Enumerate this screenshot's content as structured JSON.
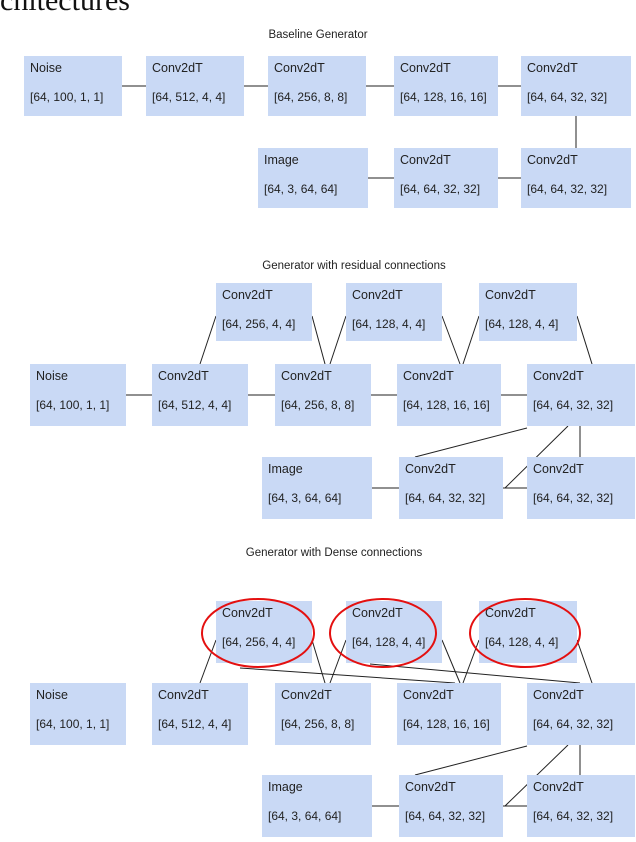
{
  "page": {
    "heading": "chitectures"
  },
  "diagrams": [
    {
      "title": "Baseline Generator",
      "nodes": [
        {
          "id": "noise",
          "name": "Noise",
          "shape": "[64, 100, 1, 1]"
        },
        {
          "id": "c1",
          "name": "Conv2dT",
          "shape": "[64, 512, 4, 4]"
        },
        {
          "id": "c2",
          "name": "Conv2dT",
          "shape": "[64, 256, 8, 8]"
        },
        {
          "id": "c3",
          "name": "Conv2dT",
          "shape": "[64, 128, 16, 16]"
        },
        {
          "id": "c4",
          "name": "Conv2dT",
          "shape": "[64, 64, 32, 32]"
        },
        {
          "id": "image",
          "name": "Image",
          "shape": "[64, 3, 64, 64]"
        },
        {
          "id": "c6",
          "name": "Conv2dT",
          "shape": "[64, 64, 32, 32]"
        },
        {
          "id": "c5",
          "name": "Conv2dT",
          "shape": "[64, 64, 32, 32]"
        }
      ]
    },
    {
      "title": "Generator with residual connections",
      "nodes": [
        {
          "id": "r1",
          "name": "Conv2dT",
          "shape": "[64, 256, 4, 4]"
        },
        {
          "id": "r2",
          "name": "Conv2dT",
          "shape": "[64, 128, 4, 4]"
        },
        {
          "id": "r3",
          "name": "Conv2dT",
          "shape": "[64, 128, 4, 4]"
        },
        {
          "id": "noise",
          "name": "Noise",
          "shape": "[64, 100, 1, 1]"
        },
        {
          "id": "c1",
          "name": "Conv2dT",
          "shape": "[64, 512, 4, 4]"
        },
        {
          "id": "c2",
          "name": "Conv2dT",
          "shape": "[64, 256, 8, 8]"
        },
        {
          "id": "c3",
          "name": "Conv2dT",
          "shape": "[64, 128, 16, 16]"
        },
        {
          "id": "c4",
          "name": "Conv2dT",
          "shape": "[64, 64, 32, 32]"
        },
        {
          "id": "image",
          "name": "Image",
          "shape": "[64, 3, 64, 64]"
        },
        {
          "id": "c6",
          "name": "Conv2dT",
          "shape": "[64, 64, 32, 32]"
        },
        {
          "id": "c5",
          "name": "Conv2dT",
          "shape": "[64, 64, 32, 32]"
        }
      ]
    },
    {
      "title": "Generator with Dense  connections",
      "nodes": [
        {
          "id": "r1",
          "name": "Conv2dT",
          "shape": "[64, 256, 4, 4]"
        },
        {
          "id": "r2",
          "name": "Conv2dT",
          "shape": "[64, 128, 4, 4]"
        },
        {
          "id": "r3",
          "name": "Conv2dT",
          "shape": "[64, 128, 4, 4]"
        },
        {
          "id": "noise",
          "name": "Noise",
          "shape": "[64, 100, 1, 1]"
        },
        {
          "id": "c1",
          "name": "Conv2dT",
          "shape": "[64, 512, 4, 4]"
        },
        {
          "id": "c2",
          "name": "Conv2dT",
          "shape": "[64, 256, 8, 8]"
        },
        {
          "id": "c3",
          "name": "Conv2dT",
          "shape": "[64, 128, 16, 16]"
        },
        {
          "id": "c4",
          "name": "Conv2dT",
          "shape": "[64, 64, 32, 32]"
        },
        {
          "id": "image",
          "name": "Image",
          "shape": "[64, 3, 64, 64]"
        },
        {
          "id": "c6",
          "name": "Conv2dT",
          "shape": "[64, 64, 32, 32]"
        },
        {
          "id": "c5",
          "name": "Conv2dT",
          "shape": "[64, 64, 32, 32]"
        }
      ]
    }
  ],
  "colors": {
    "box_fill": "#c9d9f5",
    "edge": "#222222",
    "highlight": "#e41010"
  }
}
